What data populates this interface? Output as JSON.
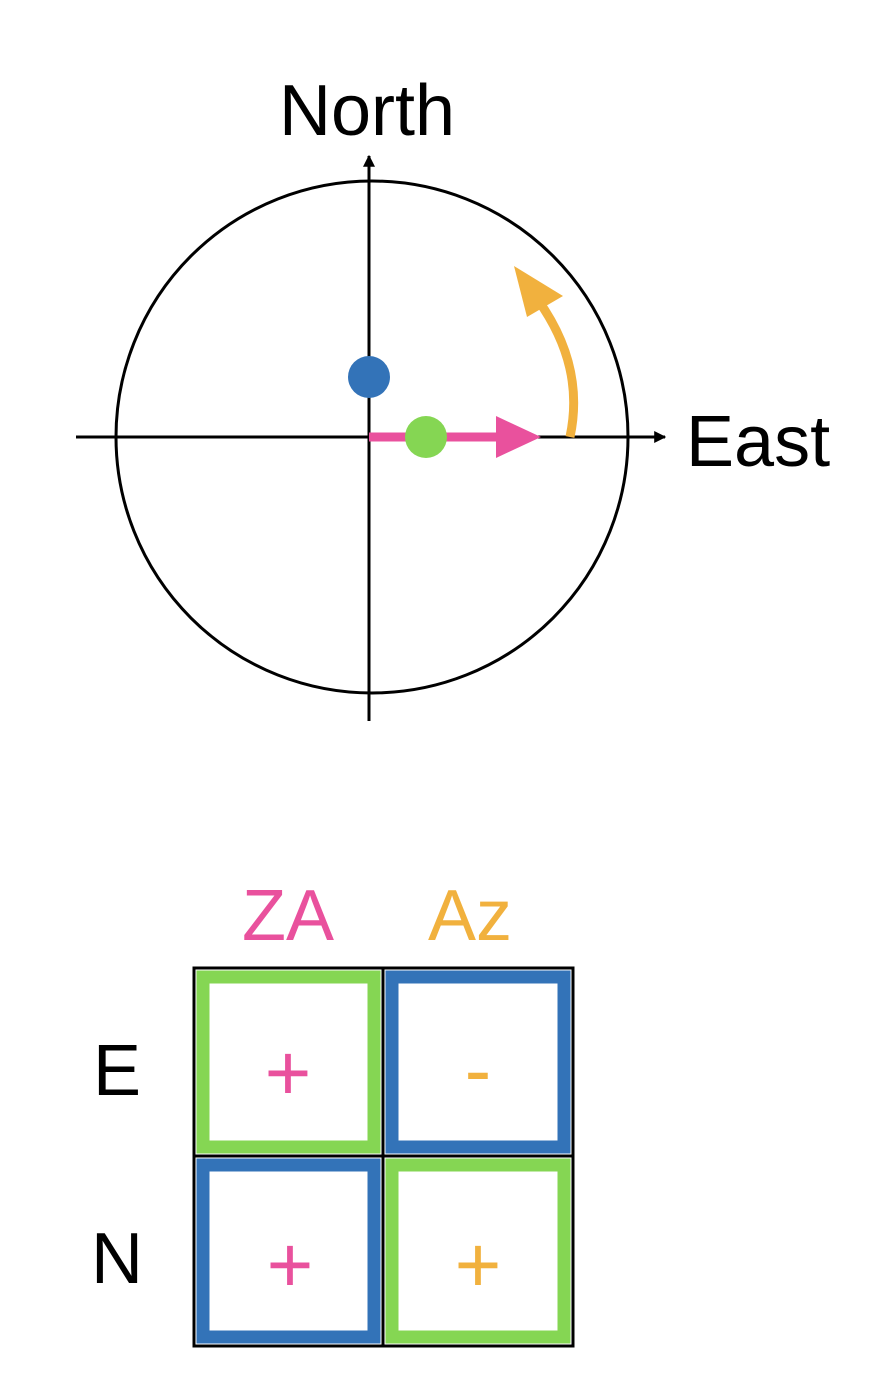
{
  "diagram": {
    "axis_labels": {
      "north": "North",
      "east": "East"
    },
    "colors": {
      "axis": "#000000",
      "north_point": "#3373b8",
      "east_point": "#85d653",
      "za_arrow": "#e9519d",
      "az_arrow": "#f1b13e"
    }
  },
  "sign_table": {
    "column_headers": [
      {
        "label": "ZA",
        "color": "#e9519d"
      },
      {
        "label": "Az",
        "color": "#f1b13e"
      }
    ],
    "row_headers": [
      "E",
      "N"
    ],
    "cells": [
      [
        {
          "sign": "+",
          "border": "#85d653",
          "color": "#e9519d"
        },
        {
          "sign": "-",
          "border": "#3373b8",
          "color": "#f1b13e"
        }
      ],
      [
        {
          "sign": "+",
          "border": "#3373b8",
          "color": "#e9519d"
        },
        {
          "sign": "+",
          "border": "#85d653",
          "color": "#f1b13e"
        }
      ]
    ]
  }
}
